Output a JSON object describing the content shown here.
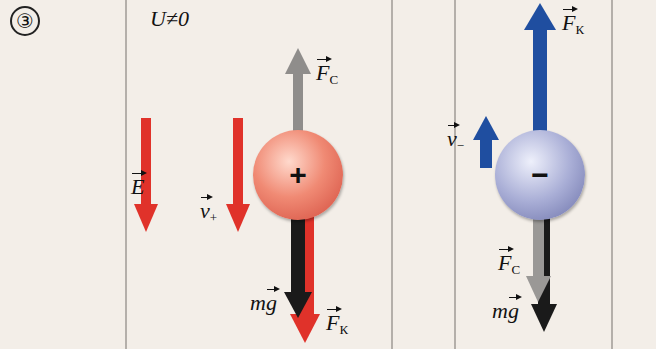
{
  "diagram": {
    "nodes": [
      {
        "text": [
          "+"
        ]
      },
      {
        "text": [
          "−"
        ]
      }
    ],
    "labels": [
      "③",
      "U≠0",
      "E",
      "v+",
      "FС",
      "mg",
      "FК",
      "FК",
      "v−",
      "FС",
      "mg"
    ]
  }
}
